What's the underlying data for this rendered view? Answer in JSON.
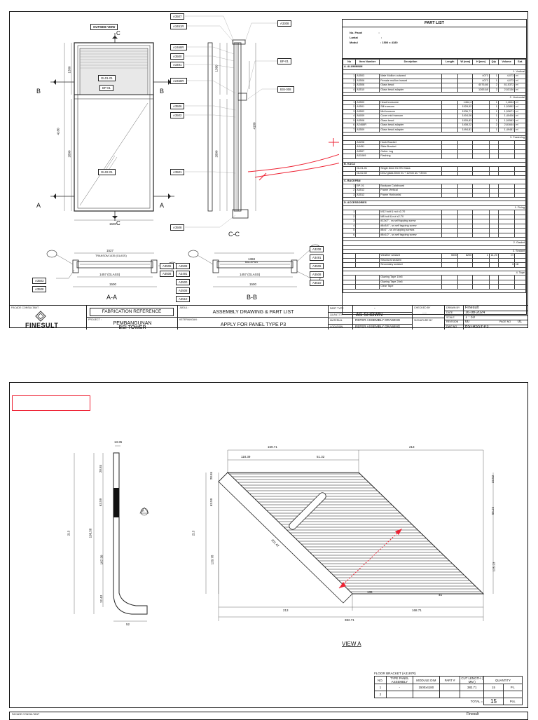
{
  "sheet1": {
    "elevation_tags": {
      "outside_label": "OUTSIDE VIEW",
      "section_c": "C",
      "section_b": "B",
      "section_a": "A",
      "glass_upper": "GL01-01",
      "bp_upper": "BP-01",
      "glass_lower": "GL02-01",
      "dim_width": "1500",
      "dim_height": "4180",
      "dim_lower": "2800",
      "dim_upper": "1380"
    },
    "section_cc": {
      "label": "C-C",
      "tags_left": [
        "A3507",
        "A3451R",
        "A2468R",
        "A3500",
        "A3491",
        "A2468R",
        "A3506",
        "A3502",
        "A3501",
        "A3508"
      ],
      "tags_right": [
        "A3308",
        "BP-01",
        "BSI-008"
      ],
      "dim_a": "1380",
      "dim_b": "2800",
      "dim_total": "4180"
    },
    "section_aa": {
      "label": "A-A",
      "dim_top": "1527",
      "dim_top_note": "TRANSOM 1435 (GLASS)",
      "dim_mid": "1457 (GLASS)",
      "dim_bottom": "1500",
      "tags_left": [
        "A3503",
        "A3508"
      ],
      "tags_right": [
        "A3506",
        "A3508"
      ]
    },
    "section_bb": {
      "label": "B-B",
      "dim_top": "1368",
      "dim_top_note": "BACKPAN",
      "dim_mid": "1457 (GLASS)",
      "dim_bottom": "1500",
      "tags_left": [
        "A3508",
        "A3491",
        "A3500",
        "A3508",
        "A3510"
      ],
      "tags_right": [
        "A3208",
        "A3491",
        "A3506",
        "A3508",
        "A3510"
      ]
    },
    "part_list": {
      "title": "PART LIST",
      "meta": [
        {
          "label": "No. Panel",
          "value": ":"
        },
        {
          "label": "Lantai",
          "value": ":"
        },
        {
          "label": "Modul",
          "value": ":  1500   x   4180"
        }
      ],
      "headers": [
        "No",
        "Item Number",
        "Decription",
        "Length",
        "W (mm)",
        "H (mm)",
        "Qty",
        "Volume",
        "Sat."
      ],
      "sections": [
        {
          "title": "A. ALUMINIUM",
          "groups": [
            {
              "name": "1. Vertical",
              "rows": [
                [
                  "1",
                  "A3503",
                  "Male Mullion outward",
                  "",
                  "",
                  "4073",
                  "1",
                  "4,073",
                  "m'"
                ],
                [
                  "2",
                  "A3506",
                  "Female mullion inward",
                  "",
                  "",
                  "4073",
                  "1",
                  "4,073",
                  "m'"
                ],
                [
                  "3",
                  "A3508",
                  "Glass bead",
                  "",
                  "",
                  "4076,86",
                  "2",
                  "8,15372",
                  "m'"
                ],
                [
                  "4",
                  "A3510",
                  "Glass bead adapter",
                  "",
                  "",
                  "1265,68",
                  "2",
                  "2,53136",
                  "m'"
                ]
              ]
            },
            {
              "name": "2. Horizontal",
              "rows": [
                [
                  "1",
                  "A3500",
                  "Head transome",
                  "",
                  "1464,4",
                  "",
                  "1",
                  "1,4644",
                  "m'"
                ],
                [
                  "2",
                  "A3501",
                  "Sill transom",
                  "",
                  "1528,52",
                  "",
                  "1",
                  "1,52852",
                  "m'"
                ],
                [
                  "3",
                  "A3502",
                  "Mid transom",
                  "",
                  "1536,71",
                  "",
                  "1",
                  "1,53671",
                  "m'"
                ],
                [
                  "4",
                  "A6009",
                  "Cover mid transom",
                  "",
                  "1404,06",
                  "",
                  "1",
                  "1,40406",
                  "m'"
                ],
                [
                  "5",
                  "A3508",
                  "Glass bead",
                  "",
                  "1505,83",
                  "",
                  "1",
                  "1,50583",
                  "m'"
                ],
                [
                  "6",
                  "A2468R",
                  "Glass bead adapter",
                  "",
                  "1408,22",
                  "",
                  "2",
                  "2,81644",
                  "m'"
                ],
                [
                  "7",
                  "A3509",
                  "Glass bead adapter",
                  "",
                  "1494,81",
                  "",
                  "1",
                  "1,49481",
                  "m'"
                ]
              ]
            },
            {
              "name": "3. Fastening",
              "rows": [
                [
                  "",
                  "A3208",
                  "Hook Bracket",
                  "",
                  "",
                  "",
                  "",
                  "",
                  ""
                ],
                [
                  "",
                  "A3451",
                  "Slide Bracket",
                  "",
                  "",
                  "",
                  "",
                  "",
                  ""
                ],
                [
                  "",
                  "A3507",
                  "Gutter Lug",
                  "",
                  "",
                  "",
                  "",
                  "",
                  ""
                ],
                [
                  "",
                  "A31069",
                  "Flashing",
                  "",
                  "",
                  "",
                  "",
                  "",
                  ""
                ]
              ]
            }
          ]
        },
        {
          "title": "B. KACA",
          "groups": [
            {
              "name": "",
              "rows": [
                [
                  "",
                  "GL01-01",
                  "Single 8mm tht HS Glass",
                  "",
                  "",
                  "",
                  "",
                  "",
                  ""
                ],
                [
                  "",
                  "GL02-02",
                  "DGU glass 8mm hs + 12mm as + 8mm",
                  "",
                  "",
                  "",
                  "",
                  "",
                  ""
                ]
              ]
            }
          ]
        },
        {
          "title": "C. BACKPAN",
          "groups": [
            {
              "name": "",
              "rows": [
                [
                  "1",
                  "BP-01",
                  "Backpan Calsiboard",
                  "",
                  "",
                  "",
                  "",
                  "",
                  ""
                ],
                [
                  "2",
                  "A3512",
                  "Frame Vertical",
                  "",
                  "",
                  "",
                  "",
                  "",
                  ""
                ],
                [
                  "3",
                  "A3512",
                  "Frame Horizontal",
                  "",
                  "",
                  "",
                  "",
                  "",
                  ""
                ]
              ]
            }
          ]
        },
        {
          "title": "D. ACCESSORIES",
          "groups": [
            {
              "name": "1. Fixing",
              "rows": [
                [
                  "1",
                  "",
                  "M12 bolt & nut x2-70",
                  "",
                  "",
                  "",
                  "",
                  "",
                  ""
                ],
                [
                  "2",
                  "",
                  "M8 bolt & nut x2-70",
                  "",
                  "",
                  "",
                  "",
                  "",
                  ""
                ],
                [
                  "3",
                  "",
                  "#12x2\" - ss self tapping screw",
                  "",
                  "",
                  "",
                  "",
                  "",
                  ""
                ],
                [
                  "4",
                  "",
                  "#8x3/4\" - ss self tapping screw",
                  "",
                  "",
                  "",
                  "",
                  "",
                  ""
                ],
                [
                  "5",
                  "",
                  "#8x1\" - ss ch tapping screws",
                  "",
                  "",
                  "",
                  "",
                  "",
                  ""
                ],
                [
                  "6",
                  "",
                  "#8x1/2\" - ss self tapping screw",
                  "",
                  "",
                  "",
                  "",
                  "",
                  ""
                ]
              ]
            },
            {
              "name": "2. Gasket",
              "rows": []
            },
            {
              "name": "3. Sealant",
              "rows": [
                [
                  "",
                  "",
                  "Weather sealant",
                  "5000",
                  "8200",
                  "1",
                  "14,20",
                  "m'",
                  ""
                ],
                [
                  "",
                  "",
                  "Structural sealant",
                  "",
                  "",
                  "",
                  "",
                  "",
                  ""
                ],
                [
                  "",
                  "",
                  "Secondary sealant",
                  "",
                  "",
                  "",
                  "",
                  "6",
                  "btl"
                ]
              ]
            },
            {
              "name": "4. Tape",
              "rows": [
                [
                  "",
                  "",
                  "Glazing Tape 10x6",
                  "",
                  "",
                  "",
                  "",
                  "",
                  ""
                ],
                [
                  "",
                  "",
                  "Glazing Tape 20x6",
                  "",
                  "",
                  "",
                  "",
                  "",
                  ""
                ],
                [
                  "",
                  "",
                  "Clear Tape",
                  "",
                  "",
                  "",
                  "",
                  "",
                  ""
                ]
              ]
            }
          ]
        }
      ]
    },
    "title_block": {
      "facade_consultant_label": "FACADE CONSULTANT",
      "logo": "FINESULT",
      "fabrication_reference": "FABRICATION REFERENCE",
      "project_label": "PROJECT :",
      "project_line1": "PEMBANGUNAN",
      "project_line2": "BSI TOWER",
      "judul_label": "JUDUL :",
      "judul": "ASSEMBLY DRAWING & PART LIST",
      "keterangan_label": "KETERANGAN :",
      "keterangan": "APPLY FOR PANEL TYPE P3",
      "part_type_label": "PART TYPE",
      "part_type": "-",
      "quantity_label": "QUANTITY",
      "quantity": "AS SHOWN",
      "material_label": "MATERIAL",
      "material": "REFER ASSEMBLY DRAWING",
      "location_label": "LOCATION",
      "location": "REFER ASSEMBLY DRAWING",
      "checked_by_label": "CHECKED BY",
      "checked_by": "-----",
      "signature_label": "SIGNATURE BY",
      "drawn_by_label": "DRAWN BY",
      "drawn_by": "Finesult",
      "date_label": "DATE",
      "date": "16-08-2024",
      "scale_label": "SCALE",
      "scale": "1 : 30",
      "revision_label": "REVISION",
      "revision": "00",
      "page_no_label": "PAGE NO",
      "page_no": "01",
      "dwg_no_label": "DWG NO",
      "dwg_no": "BSI-ASSY-P3"
    }
  },
  "sheet2": {
    "view_label": "VIEW A",
    "section_mark": "A",
    "dims_left": {
      "top": "13.35",
      "d1": "28.84",
      "d2": "63.59",
      "d3": "107.30",
      "d4": "12.43",
      "total": "213",
      "overall": "198.58",
      "bottom": "52"
    },
    "dims_right": {
      "top_total": "169.71",
      "top_right": "213",
      "top_a": "118.39",
      "top_b": "51.32",
      "left_a": "28.84",
      "left_b": "63.59",
      "left_c": "120.78",
      "left_total": "213",
      "right_a": "33.53",
      "right_b": "55.24",
      "right_c": "125.23",
      "diag": "301.42",
      "bottom_a": "213",
      "bottom_b": "168.71",
      "bottom_total": "382.71",
      "angle_a": "135",
      "angle_b": "45"
    },
    "bracket_table": {
      "title": "FLOOR BRACKET (A3197R)",
      "headers": [
        "NO.",
        "TYPE PANEL ASSEMBLY",
        "MODULE DIM",
        "PART #",
        "CUT LENGTH ( MM )",
        "QUANTITY",
        ""
      ],
      "rows": [
        [
          "1",
          "-",
          "1500x4180",
          "",
          "382.71",
          "15",
          "Pc."
        ],
        [
          "2",
          "",
          "",
          "",
          "",
          "",
          ""
        ]
      ],
      "total_label": "TOTAL =",
      "total_value": "15",
      "total_unit": "Pcs."
    }
  },
  "sheet3": {
    "facade_consultant_label": "FACADE CONSULTANT",
    "drawn_by": "Finesult"
  }
}
